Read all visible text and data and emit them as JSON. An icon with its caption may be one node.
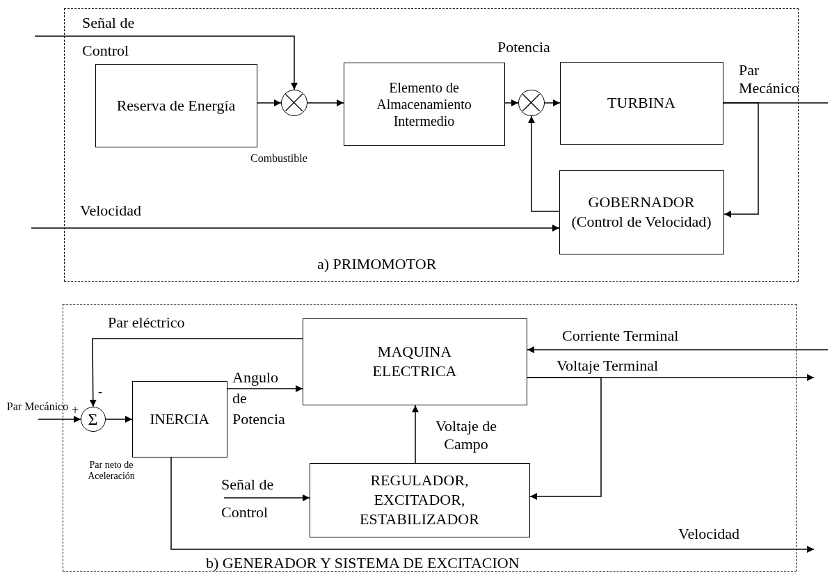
{
  "diagram": {
    "nodes": [
      {
        "text": [
          "a) PRIMOMOTOR"
        ]
      },
      {
        "text": [
          "Reserva de Energía"
        ],
        "in": 0
      },
      {
        "text": [],
        "shape": "circle",
        "in": 0
      },
      {
        "text": [
          "Elemento de Almacenamiento Intermedio"
        ],
        "in": 0
      },
      {
        "text": [],
        "shape": "circle",
        "in": 0
      },
      {
        "text": [
          "TURBINA"
        ],
        "in": 0
      },
      {
        "text": [
          "GOBERNADOR",
          "(Control de Velocidad)"
        ],
        "in": 0
      },
      {
        "text": [
          "b) GENERADOR Y SISTEMA DE EXCITACION"
        ]
      },
      {
        "text": [
          "Σ"
        ],
        "in": 7
      },
      {
        "text": [
          "INERCIA"
        ],
        "in": 7
      },
      {
        "text": [
          "MAQUINA ELECTRICA"
        ],
        "in": 7
      },
      {
        "text": [
          "REGULADOR, EXCITADOR, ESTABILIZADOR"
        ],
        "in": 7
      }
    ],
    "edges": [
      {
        "from": null,
        "to": 2,
        "arrow": "to",
        "label": "Señal de Control"
      },
      {
        "from": 1,
        "to": 2,
        "arrow": "to"
      },
      {
        "from": 2,
        "to": 3,
        "arrow": "to",
        "label": "Combustible"
      },
      {
        "from": 3,
        "to": 4,
        "arrow": "to"
      },
      {
        "from": 4,
        "to": 5,
        "arrow": "to",
        "label": "Potencia"
      },
      {
        "from": 5,
        "to": null,
        "arrow": "none",
        "label": "Par Mecánico"
      },
      {
        "from": 5,
        "to": 6,
        "arrow": "to"
      },
      {
        "from": 6,
        "to": 4,
        "arrow": "to"
      },
      {
        "from": null,
        "to": 6,
        "arrow": "to",
        "label": "Velocidad"
      },
      {
        "from": 10,
        "to": 8,
        "arrow": "to",
        "label": "Par eléctrico"
      },
      {
        "from": null,
        "to": 8,
        "arrow": "to",
        "label": "Par Mecánico"
      },
      {
        "from": 8,
        "to": 9,
        "arrow": "to",
        "label": "Par neto de Aceleración"
      },
      {
        "from": 9,
        "to": 10,
        "arrow": "to",
        "label": "Angulo de Potencia"
      },
      {
        "from": null,
        "to": 10,
        "arrow": "to",
        "label": "Corriente Terminal"
      },
      {
        "from": 10,
        "to": null,
        "arrow": "to",
        "label": "Voltaje Terminal"
      },
      {
        "from": 10,
        "to": 11,
        "arrow": "to"
      },
      {
        "from": 11,
        "to": 10,
        "arrow": "to",
        "label": "Voltaje de Campo"
      },
      {
        "from": null,
        "to": 11,
        "arrow": "to",
        "label": "Señal de Control"
      },
      {
        "from": 9,
        "to": null,
        "arrow": "to",
        "label": "Velocidad"
      }
    ],
    "labels": [
      "+",
      "-"
    ]
  }
}
